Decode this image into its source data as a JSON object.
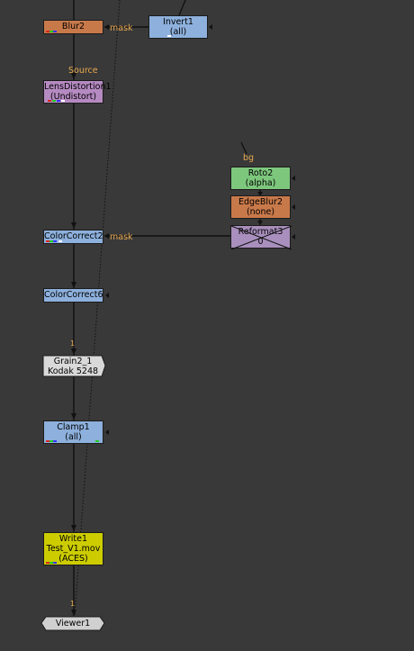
{
  "colors": {
    "background": "#393939",
    "edge": "#111111",
    "label": "#e8a94e",
    "blur_node": "#c8794a",
    "lens_node": "#b58ac1",
    "color_node": "#8db0dc",
    "roto_node": "#7dc77d",
    "edgeblur_node": "#c8794a",
    "reformat_node": "#a98fbd",
    "grain_node": "#d9d9d9",
    "write_node": "#cccc00",
    "viewer_node": "#d0d0d0"
  },
  "nodes": {
    "blur2": {
      "line1": "Blur2",
      "line2": ""
    },
    "invert1": {
      "line1": "Invert1",
      "line2": "(all)"
    },
    "lens": {
      "line1": "LensDistortion1",
      "line2": "(Undistort)"
    },
    "roto2": {
      "line1": "Roto2",
      "line2": "(alpha)"
    },
    "edgeblur2": {
      "line1": "EdgeBlur2",
      "line2": "(none)"
    },
    "reformat3": {
      "line1": "Reformat3",
      "line2": "0"
    },
    "colorcorrect2": {
      "line1": "ColorCorrect2",
      "line2": ""
    },
    "colorcorrect6": {
      "line1": "ColorCorrect6",
      "line2": ""
    },
    "grain": {
      "line1": "Grain2_1",
      "line2": "Kodak 5248"
    },
    "clamp1": {
      "line1": "Clamp1",
      "line2": "(all)"
    },
    "write1": {
      "line1": "Write1",
      "line2": "Test_V1.mov",
      "line3": "(ACES)"
    },
    "viewer1": {
      "line1": "Viewer1",
      "line2": ""
    }
  },
  "labels": {
    "mask_top": "mask",
    "source": "Source",
    "bg": "bg",
    "mask_mid": "mask",
    "one_a": "1",
    "one_b": "1"
  }
}
